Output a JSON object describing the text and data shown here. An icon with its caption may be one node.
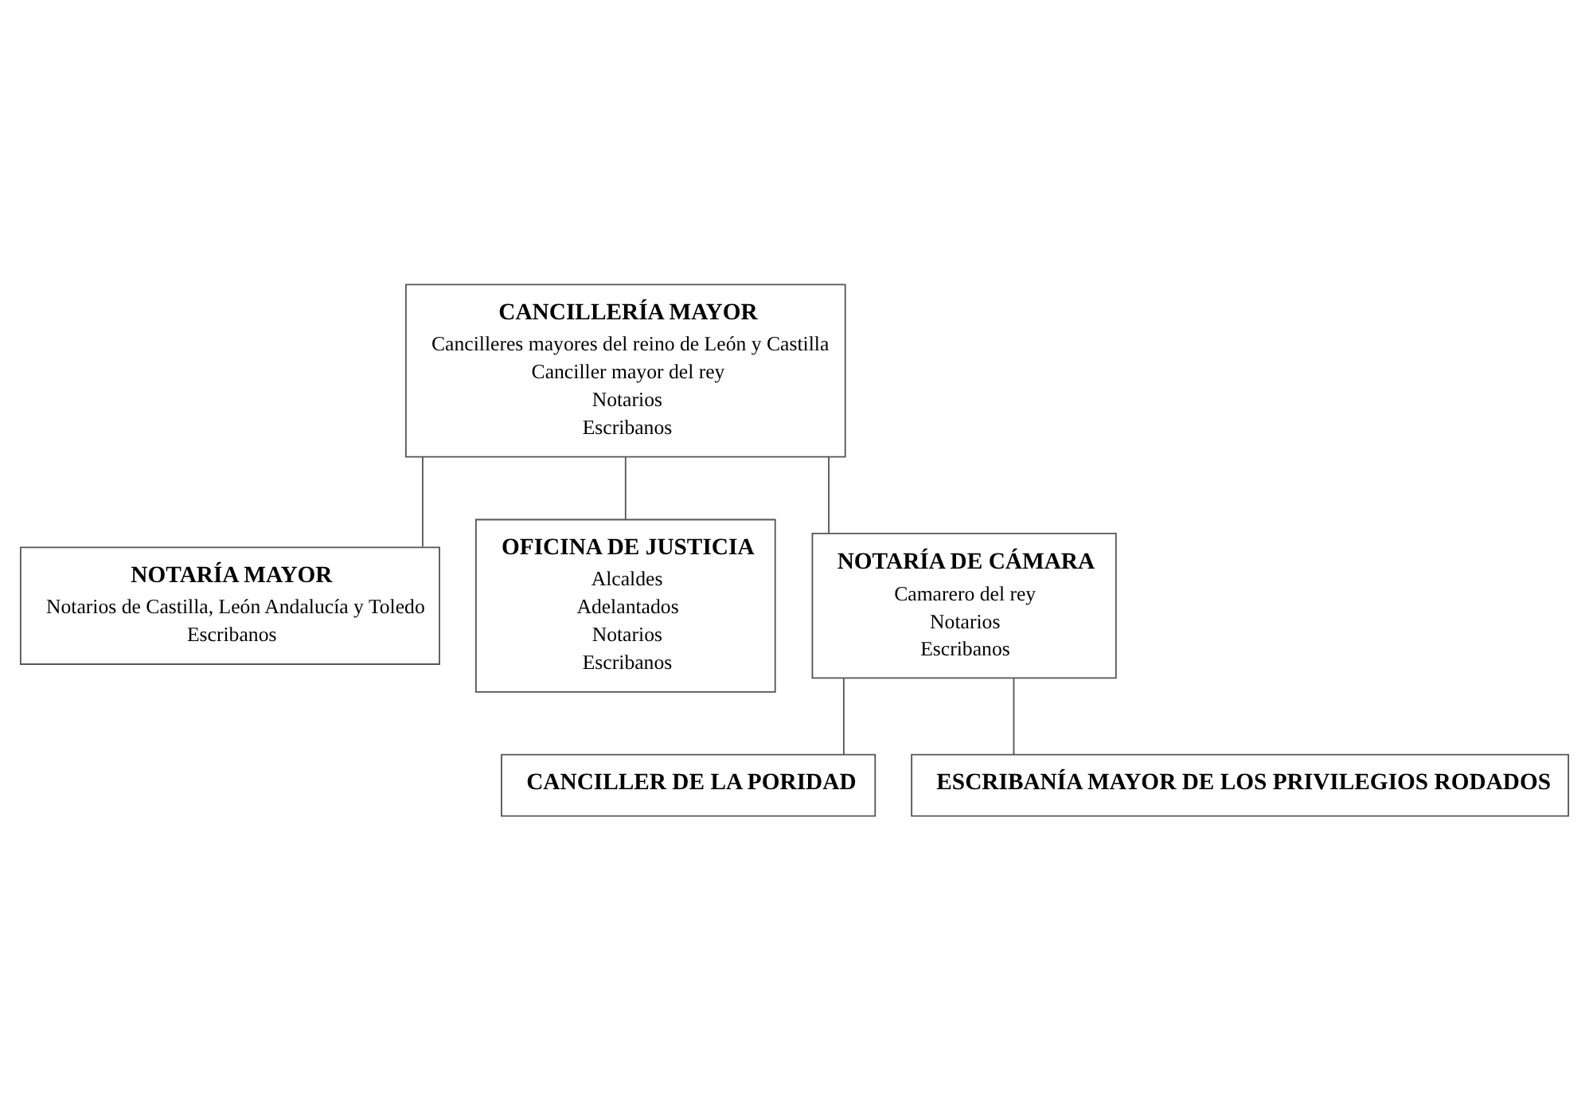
{
  "diagram": {
    "nodes": [
      {
        "text": [
          "CANCILLERÍA MAYOR",
          "Cancilleres mayores del reino de León y Castilla",
          "Canciller mayor del rey",
          "Notarios",
          "Escribanos"
        ]
      },
      {
        "text": [
          "NOTARÍA MAYOR",
          "Notarios de Castilla, León Andalucía y Toledo",
          "Escribanos"
        ]
      },
      {
        "text": [
          "OFICINA DE JUSTICIA",
          "Alcaldes",
          "Adelantados",
          "Notarios",
          "Escribanos"
        ]
      },
      {
        "text": [
          "NOTARÍA DE CÁMARA",
          "Camarero del rey",
          "Notarios",
          "Escribanos"
        ]
      },
      {
        "text": [
          "CANCILLER DE LA PORIDAD"
        ]
      },
      {
        "text": [
          "ESCRIBANÍA MAYOR DE LOS PRIVILEGIOS RODADOS"
        ]
      }
    ],
    "edges": [
      {
        "from": 0,
        "to": 1,
        "arrow": "none"
      },
      {
        "from": 0,
        "to": 2,
        "arrow": "none"
      },
      {
        "from": 0,
        "to": 3,
        "arrow": "none"
      },
      {
        "from": 3,
        "to": 4,
        "arrow": "none"
      },
      {
        "from": 3,
        "to": 5,
        "arrow": "none"
      }
    ]
  }
}
